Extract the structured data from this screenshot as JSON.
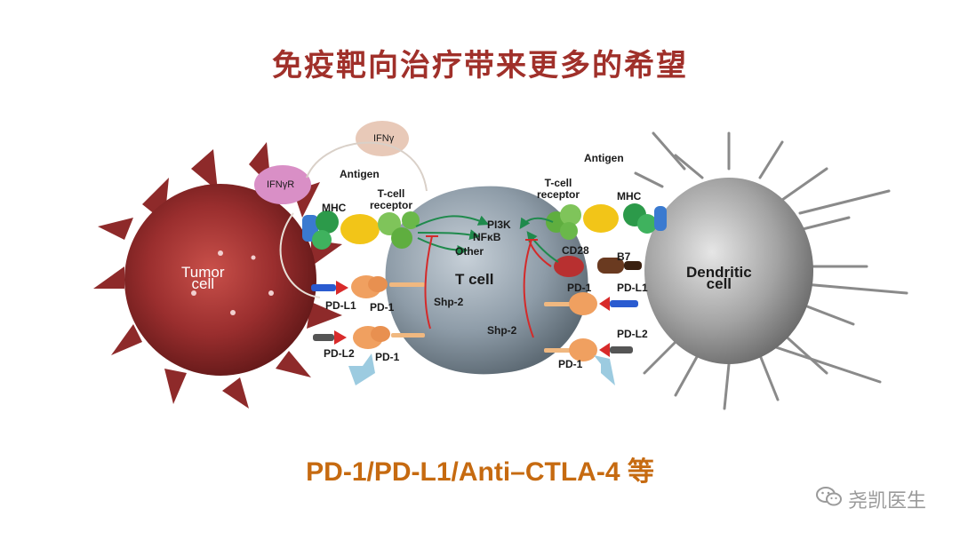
{
  "title": "免疫靶向治疗带来更多的希望",
  "subtitle": "PD-1/PD-L1/Anti–CTLA-4 等",
  "watermark": {
    "text": "尧凯医生",
    "icon": "wechat-icon"
  },
  "cells": {
    "tumor": "Tumor\ncell",
    "tcell": "T cell",
    "dendritic": "Dendritic\ncell"
  },
  "labels": {
    "ifng": "IFNγ",
    "ifngr": "IFNγR",
    "antigen_left": "Antigen",
    "antigen_right": "Antigen",
    "tcr_left": "T-cell\nreceptor",
    "tcr_right": "T-cell\nreceptor",
    "mhc_left": "MHC",
    "mhc_right": "MHC",
    "pi3k": "PI3K",
    "nfkb": "NFκB",
    "other": "Other",
    "cd28": "CD28",
    "b7": "B7",
    "pdl1_left": "PD-L1",
    "pd1_left_upper": "PD-1",
    "pdl2_left": "PD-L2",
    "pd1_left_lower": "PD-1",
    "shp2_left": "Shp-2",
    "shp2_right": "Shp-2",
    "pd1_right_upper": "PD-1",
    "pdl1_right": "PD-L1",
    "pdl2_right": "PD-L2",
    "pd1_right_lower": "PD-1"
  },
  "colors": {
    "title": "#a0302a",
    "subtitle": "#c66a10",
    "tumor": "#8e2a2a",
    "tcell": "#8a98a4",
    "dendritic": "#8f8f8f",
    "inhibit": "#d42a2a",
    "activate": "#1f8a4c",
    "arrow_blue": "#9ccbe0"
  }
}
